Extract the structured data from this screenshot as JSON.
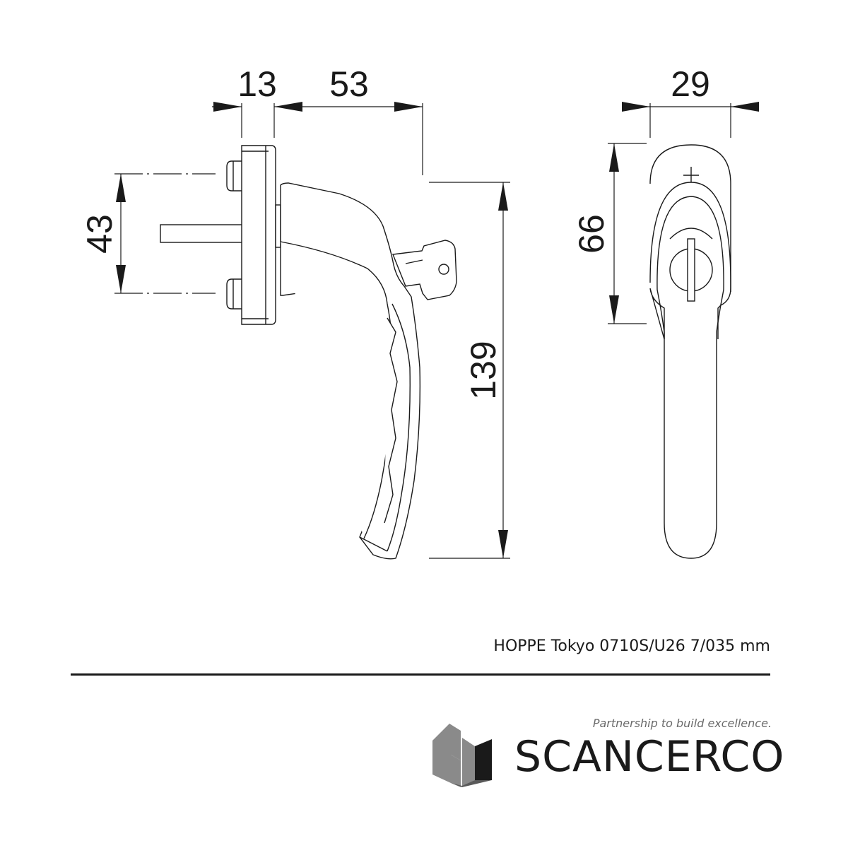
{
  "drawing": {
    "dimensions": {
      "rose_depth": "13",
      "projection": "53",
      "rose_width": "29",
      "spindle_spacing": "43",
      "rose_height": "66",
      "handle_length": "139"
    }
  },
  "caption": "HOPPE Tokyo 0710S/U26 7/035 mm",
  "brand": {
    "tagline": "Partnership to build excellence.",
    "name": "SCANCERCO",
    "logo_icon": "house-logo-icon"
  },
  "colors": {
    "line": "#1a1a1a",
    "logo_light": "#8a8a8a",
    "logo_dark": "#1a1a1a"
  }
}
